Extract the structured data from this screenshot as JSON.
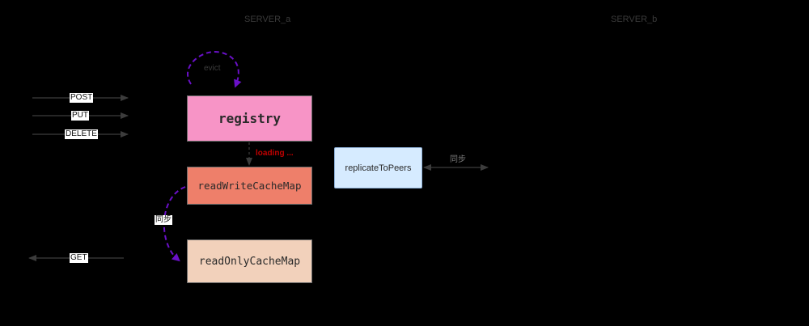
{
  "servers": {
    "a_title": "SERVER_a",
    "b_title": "SERVER_b"
  },
  "nodes": {
    "registry": "registry",
    "readwrite_cache": "readWriteCacheMap",
    "readonly_cache": "readOnlyCacheMap",
    "replicate": "replicateToPeers"
  },
  "requests": {
    "post": "POST",
    "put": "PUT",
    "delete": "DELETE",
    "get": "GET"
  },
  "annotations": {
    "evict": "evict",
    "loading": "loading ...",
    "sync_left": "同步",
    "sync_right": "同步"
  },
  "colors": {
    "background": "#000000",
    "registry": "#f794c6",
    "readwrite_cache": "#ee7f6a",
    "readonly_cache": "#f2d1bb",
    "replicate": "#d6ebff",
    "dashed_arrow": "#6a10c8",
    "loading_text": "#c00000"
  }
}
